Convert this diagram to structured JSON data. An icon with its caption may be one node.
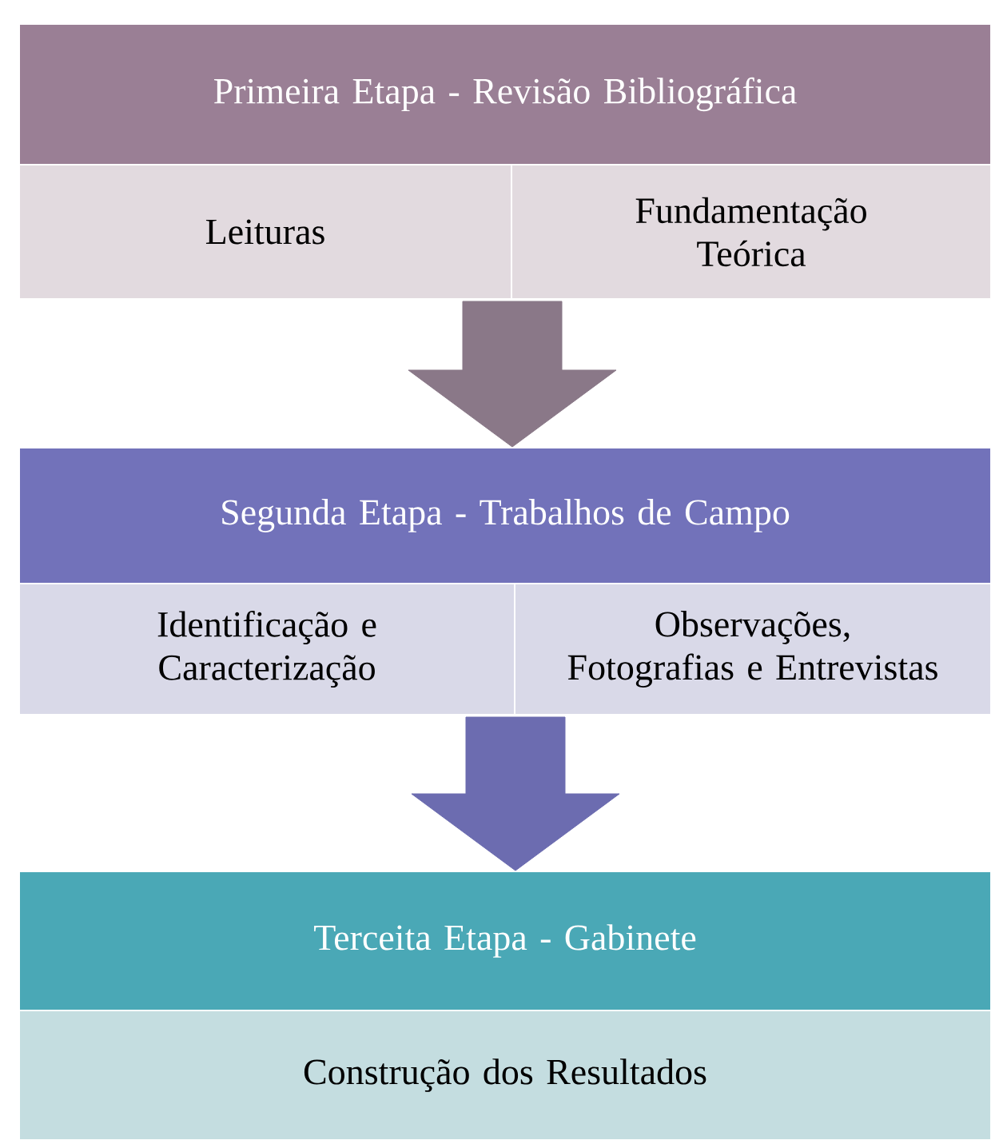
{
  "diagram": {
    "nodes": [
      {
        "text": [
          "Primeira Etapa - Revisão Bibliográfica"
        ]
      },
      {
        "text": [
          "Leituras"
        ]
      },
      {
        "text": [
          "Fundamentação Teórica"
        ]
      },
      {
        "text": [
          "Segunda Etapa - Trabalhos de Campo"
        ]
      },
      {
        "text": [
          "Identificação e Caracterização"
        ]
      },
      {
        "text": [
          "Observações, Fotografias e Entrevistas"
        ]
      },
      {
        "text": [
          "Terceita Etapa - Gabinete"
        ]
      },
      {
        "text": [
          "Construção dos Resultados"
        ]
      }
    ],
    "edges": [
      {
        "from": 1,
        "to": 3,
        "arrow": "to",
        "color": "#8a7888"
      },
      {
        "from": 4,
        "to": 6,
        "arrow": "to",
        "color": "#6c6cb0"
      }
    ]
  }
}
